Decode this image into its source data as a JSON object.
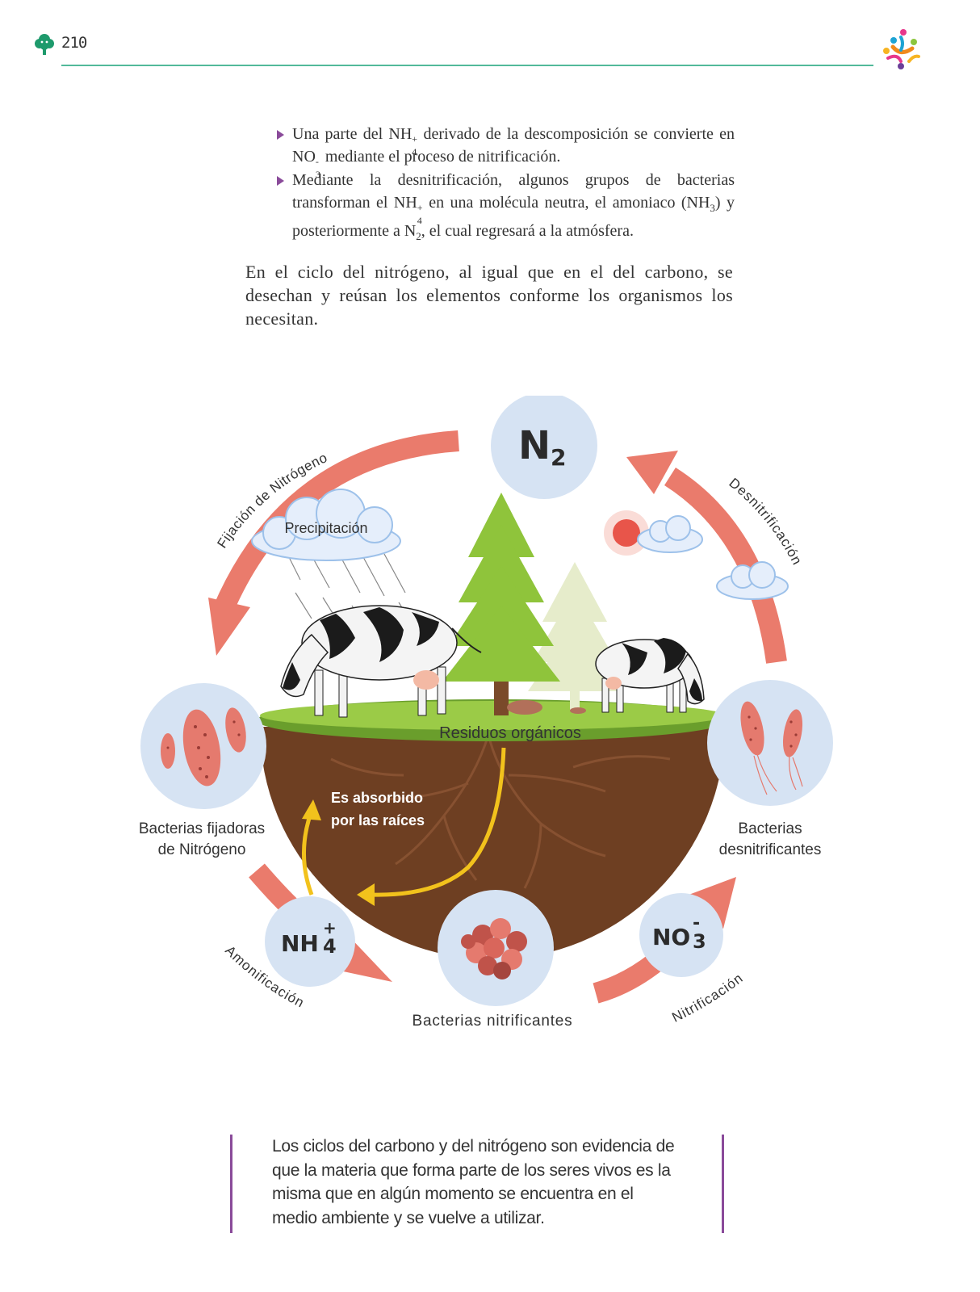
{
  "page": {
    "number": "210",
    "header_icon": "tree-icon",
    "logo": "colorful-people-logo",
    "accent_color": "#52b99a",
    "callout_color": "#8a4b9a"
  },
  "bullets": {
    "b1": {
      "p1": "Una parte del NH",
      "sup1": "+",
      "sub1": "4",
      "p2": " derivado de la descomposición se convierte en NO",
      "sup2": "-",
      "sub2": "3",
      "p3": " mediante el proceso de nitrificación."
    },
    "b2": {
      "p1": "Mediante la desnitrificación, algunos grupos de bacterias transforman el NH",
      "sup1": "+",
      "sub1": "4",
      "p2": " en una molécula neutra, el amoniaco (NH",
      "sub2": "3",
      "p3": ") y posteriormente a N",
      "sub3": "2",
      "p4": ", el cual regresará a la atmósfera."
    }
  },
  "paragraph": "En el ciclo del nitrógeno, al igual que en el del carbono, se desechan y reúsan los elementos conforme los organismos los necesitan.",
  "diagram": {
    "n2": {
      "main": "N",
      "sub": "2"
    },
    "nh4": {
      "main": "NH",
      "sup": "+",
      "sub": "4"
    },
    "no3": {
      "main": "NO",
      "sup": "-",
      "sub": "3"
    },
    "fijacion": "Fijación de Nitrógeno",
    "desnitrificacion": "Desnitrificación",
    "amonificacion": "Amonificación",
    "nitrificacion": "Nitrificación",
    "precipitacion": "Precipitación",
    "residuos": "Residuos orgánicos",
    "absorbido_1": "Es absorbido",
    "absorbido_2": "por las raíces",
    "fijadoras_1": "Bacterias fijadoras",
    "fijadoras_2": "de Nitrógeno",
    "desnitrificantes_1": "Bacterias",
    "desnitrificantes_2": "desnitrificantes",
    "nitrificantes": "Bacterias nitrificantes",
    "colors": {
      "arrow": "#ea7b6c",
      "circle": "#d6e3f3",
      "soil": "#6e3f22",
      "grass": "#6a9e2c",
      "yellow_arrow": "#f2c21c"
    }
  },
  "callout": "Los ciclos del carbono y del nitrógeno son evidencia de que la materia que forma parte de los seres vivos es la misma que en algún momento se encuentra en el medio ambiente y se vuelve a utilizar."
}
